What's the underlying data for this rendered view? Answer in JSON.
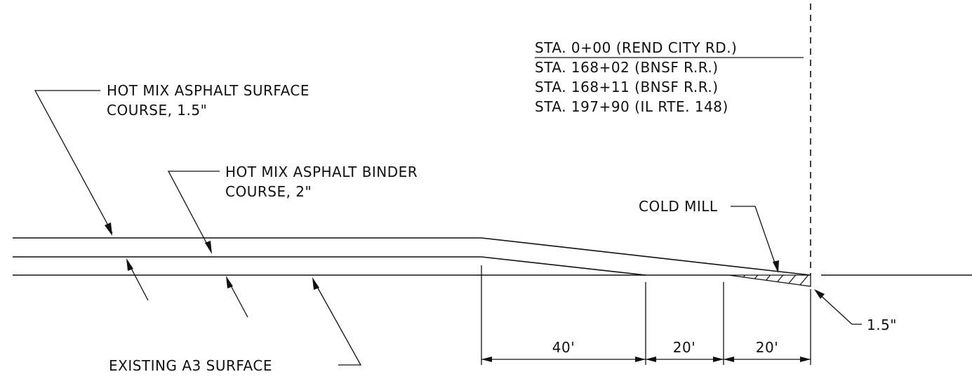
{
  "stations": [
    "STA. 0+00 (REND CITY RD.)",
    "STA. 168+02 (BNSF R.R.)",
    "STA. 168+11 (BNSF R.R.)",
    "STA. 197+90 (IL RTE. 148)"
  ],
  "labels": {
    "surface_line1": "HOT MIX ASPHALT SURFACE",
    "surface_line2": "COURSE, 1.5\"",
    "binder_line1": "HOT MIX ASPHALT BINDER",
    "binder_line2": "COURSE, 2\"",
    "cold_mill": "COLD MILL",
    "existing_surface": "EXISTING A3 SURFACE",
    "depth": "1.5\""
  },
  "dimensions": [
    "40'",
    "20'",
    "20'"
  ]
}
